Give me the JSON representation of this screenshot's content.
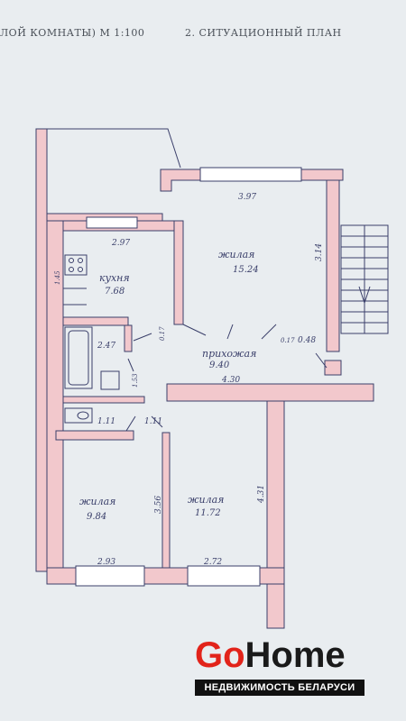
{
  "header": {
    "left": "ЛОЙ КОМНАТЫ) М 1:100",
    "right": "2. СИТУАЦИОННЫЙ ПЛАН"
  },
  "rooms": {
    "living_big": {
      "name": "жилая",
      "area": "15.24"
    },
    "kitchen": {
      "name": "кухня",
      "area": "7.68"
    },
    "hall": {
      "name": "прихожая",
      "area": "9.40"
    },
    "living_left": {
      "name": "жилая",
      "area": "9.84"
    },
    "living_right": {
      "name": "жилая",
      "area": "11.72"
    }
  },
  "dimensions": {
    "d397": "3.97",
    "d297": "2.97",
    "d314": "3.14",
    "d145": "1.45",
    "d017a": "0.17",
    "d017b": "0.17",
    "d048": "0.48",
    "d247": "2.47",
    "d153": "1.53",
    "d430": "4.30",
    "d111a": "1.11",
    "d111b": "1.11",
    "d356": "3.56",
    "d431": "4.31",
    "d293": "2.93",
    "d272": "2.72"
  },
  "logo": {
    "go": "Go",
    "home": "Home",
    "tagline": "НЕДВИЖИМОСТЬ БЕЛАРУСИ",
    "colors": {
      "accent": "#e2231a",
      "dark": "#1a1a1a"
    }
  },
  "colors": {
    "wall_fill": "#f2c8cc",
    "ink": "#3a3f6a",
    "paper": "#e9edf0"
  }
}
